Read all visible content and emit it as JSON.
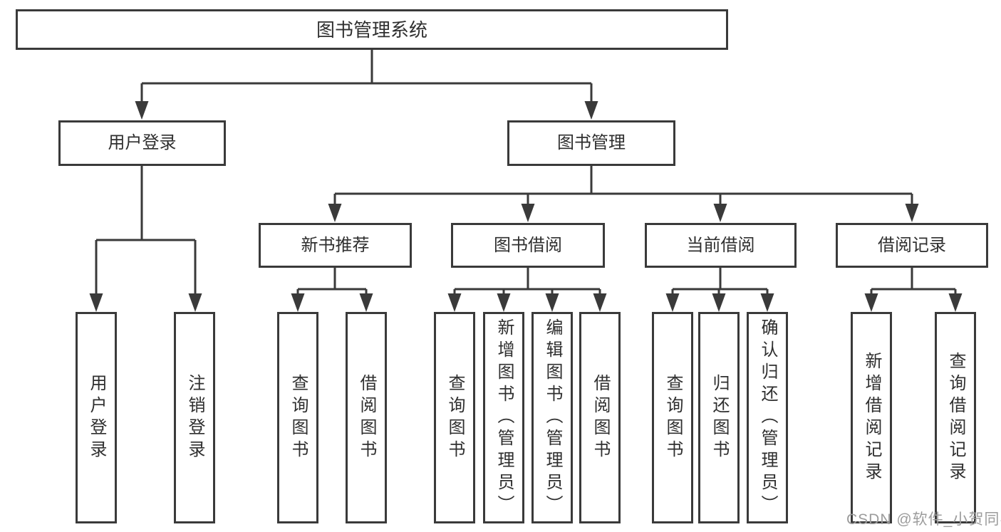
{
  "diagram": {
    "root": {
      "label": "图书管理系统"
    },
    "level1": [
      {
        "id": "user-login",
        "label": "用户登录"
      },
      {
        "id": "book-management",
        "label": "图书管理"
      }
    ],
    "level2": [
      {
        "id": "new-book-recommend",
        "label": "新书推荐"
      },
      {
        "id": "book-borrowing",
        "label": "图书借阅"
      },
      {
        "id": "current-borrowing",
        "label": "当前借阅"
      },
      {
        "id": "borrow-records",
        "label": "借阅记录"
      }
    ],
    "leaves": [
      {
        "id": "user-login",
        "label": "用户登录"
      },
      {
        "id": "logout",
        "label": "注销登录"
      },
      {
        "id": "recommend-query-books",
        "label": "查询图书"
      },
      {
        "id": "recommend-borrow-books",
        "label": "借阅图书"
      },
      {
        "id": "borrowing-query-books",
        "label": "查询图书"
      },
      {
        "id": "borrowing-add-books-admin",
        "label": "新增图书（管理员）"
      },
      {
        "id": "borrowing-edit-books-admin",
        "label": "编辑图书（管理员）"
      },
      {
        "id": "borrowing-borrow-books",
        "label": "借阅图书"
      },
      {
        "id": "current-query-books",
        "label": "查询图书"
      },
      {
        "id": "current-return-books",
        "label": "归还图书"
      },
      {
        "id": "current-confirm-return-admin",
        "label": "确认归还（管理员）"
      },
      {
        "id": "records-add-record",
        "label": "新增借阅记录"
      },
      {
        "id": "records-query-record",
        "label": "查询借阅记录"
      }
    ],
    "watermark": "CSDN @软件_小贺同学",
    "colors": {
      "border": "#3a3a3a",
      "line": "#3a3a3a",
      "text": "#2f2f2f",
      "background": "#ffffff",
      "watermark": "#9c9c9c"
    }
  }
}
